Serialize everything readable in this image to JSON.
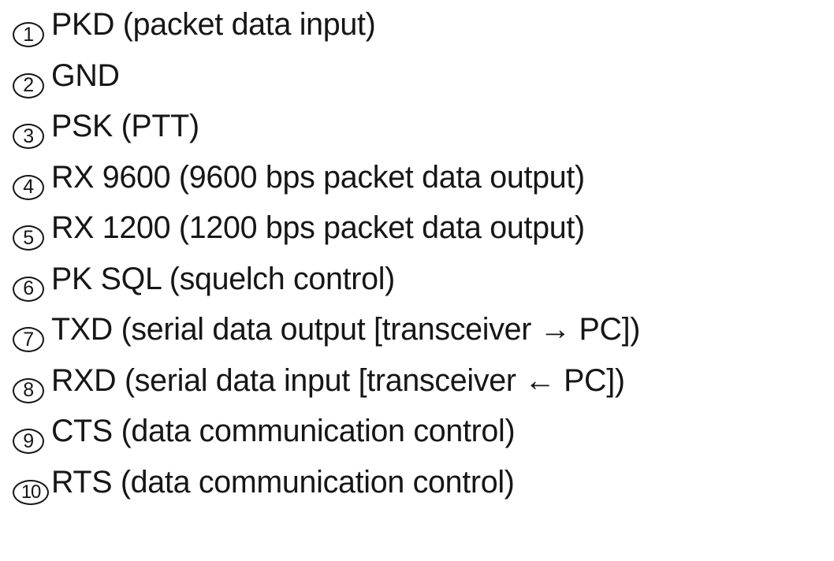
{
  "document": {
    "type": "connector-pin-assignment-list",
    "background_color": "#ffffff",
    "text_color": "#161616",
    "pins": [
      {
        "number": "1",
        "marker": "①",
        "label": "PKD (packet data input)"
      },
      {
        "number": "2",
        "marker": "②",
        "label": "GND"
      },
      {
        "number": "3",
        "marker": "③",
        "label": "PSK (PTT)"
      },
      {
        "number": "4",
        "marker": "④",
        "label": "RX 9600 (9600 bps packet data output)"
      },
      {
        "number": "5",
        "marker": "⑤",
        "label": "RX 1200 (1200 bps packet data output)"
      },
      {
        "number": "6",
        "marker": "⑥",
        "label": "PK SQL (squelch control)"
      },
      {
        "number": "7",
        "marker": "⑦",
        "label": "TXD (serial data output [transceiver → PC])"
      },
      {
        "number": "8",
        "marker": "⑧",
        "label": "RXD (serial data input [transceiver ← PC])"
      },
      {
        "number": "9",
        "marker": "⑨",
        "label": "CTS (data communication control)"
      },
      {
        "number": "10",
        "marker": "⑩",
        "label": "RTS (data communication control)"
      }
    ]
  }
}
